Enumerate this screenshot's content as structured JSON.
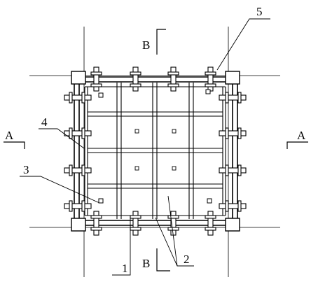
{
  "section_labels": {
    "a_left": "A",
    "a_right": "A",
    "b_top": "B",
    "b_bottom": "B"
  },
  "callouts": [
    {
      "id": "c1",
      "label": "1"
    },
    {
      "id": "c2",
      "label": "2"
    },
    {
      "id": "c3",
      "label": "3"
    },
    {
      "id": "c4",
      "label": "4"
    },
    {
      "id": "c5",
      "label": "5"
    }
  ],
  "colors": {
    "line": "#000000",
    "background": "#ffffff"
  }
}
